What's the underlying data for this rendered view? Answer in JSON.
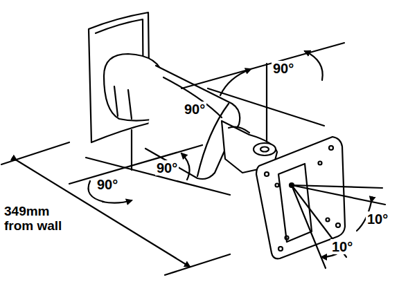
{
  "diagram": {
    "labels": [
      "90°",
      "90°",
      "90°",
      "90°",
      "10°",
      "10°",
      "349mm from wall"
    ]
  }
}
